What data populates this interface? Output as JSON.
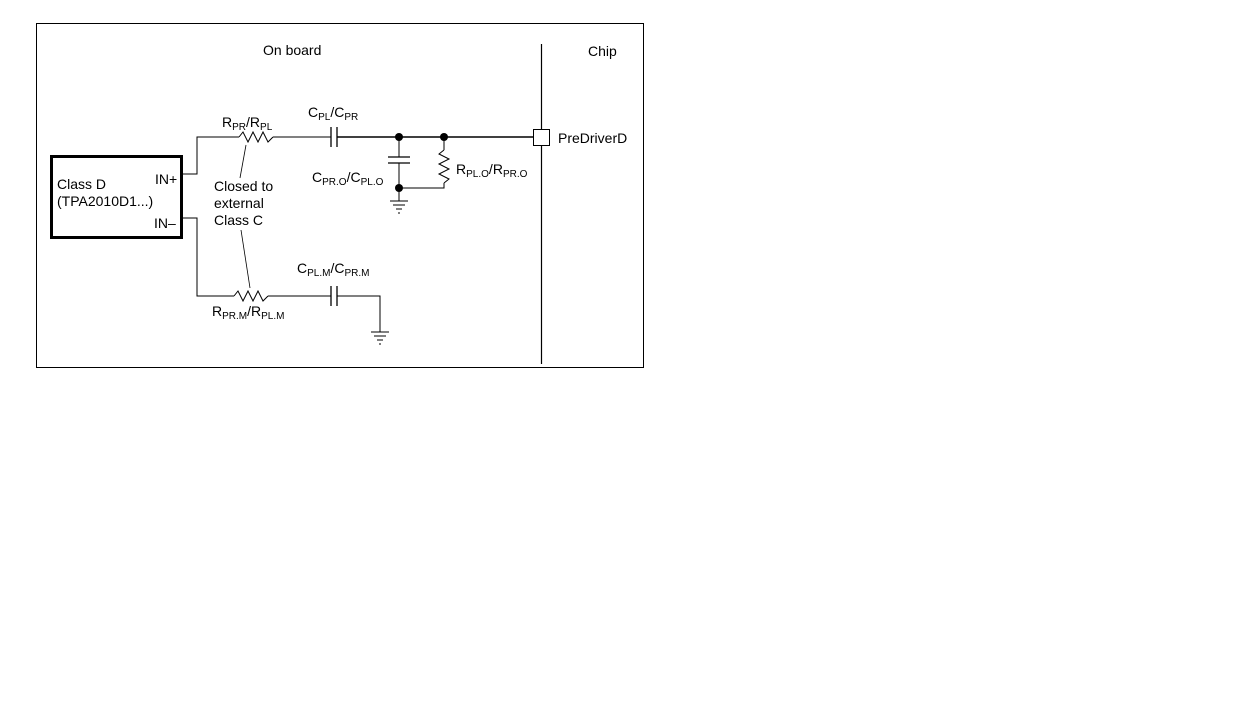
{
  "regions": {
    "board": "On board",
    "chip": "Chip"
  },
  "amplifier": {
    "name": "Class D",
    "part": "(TPA2010D1...)",
    "pin_plus": "IN+",
    "pin_minus": "IN–"
  },
  "note": {
    "line1": "Closed to",
    "line2": "external",
    "line3": "Class C"
  },
  "components": {
    "r_series_pos": {
      "main1": "R",
      "sub1": "PR",
      "sep": "/",
      "main2": "R",
      "sub2": "PL"
    },
    "c_series_pos": {
      "main1": "C",
      "sub1": "PL",
      "sep": "/",
      "main2": "C",
      "sub2": "PR"
    },
    "c_shunt": {
      "main1": "C",
      "sub1": "PR.O",
      "sep": "/",
      "main2": "C",
      "sub2": "PL.O"
    },
    "r_shunt": {
      "main1": "R",
      "sub1": "PL.O",
      "sep": "/",
      "main2": "R",
      "sub2": "PR.O"
    },
    "c_series_neg": {
      "main1": "C",
      "sub1": "PL.M",
      "sep": "/",
      "main2": "C",
      "sub2": "PR.M"
    },
    "r_series_neg": {
      "main1": "R",
      "sub1": "PR.M",
      "sep": "/",
      "main2": "R",
      "sub2": "PL.M"
    }
  },
  "pin": {
    "label": "PreDriverD"
  }
}
